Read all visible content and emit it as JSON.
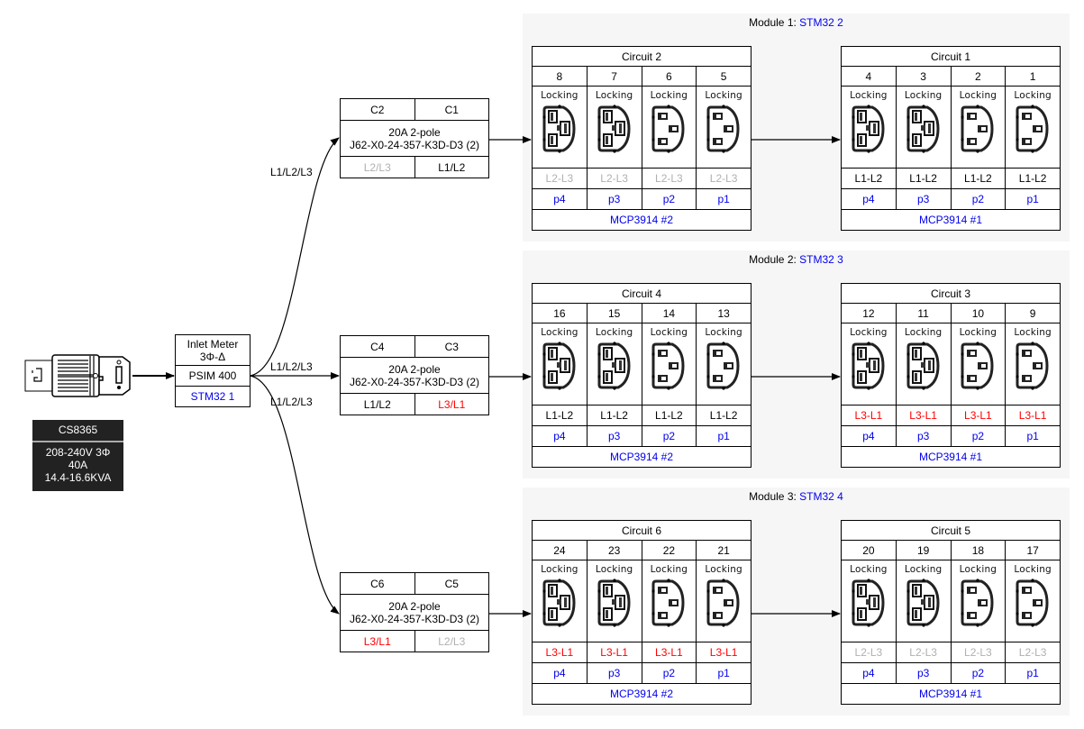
{
  "inlet": {
    "icon": "inlet-plug-icon",
    "spec": {
      "model": "CS8365",
      "lines": [
        "208-240V 3Φ",
        "40A",
        "14.4-16.6KVA"
      ]
    }
  },
  "meter": {
    "title_lines": [
      "Inlet Meter",
      "3Φ-Δ"
    ],
    "model": "PSIM 400",
    "controller": "STM32 1"
  },
  "feeds": [
    {
      "label": "L1/L2/L3"
    },
    {
      "label": "L1/L2/L3"
    },
    {
      "label": "L1/L2/L3"
    }
  ],
  "colors": {
    "link": "#0000ee",
    "phase_l1l2": "#000000",
    "phase_l2l3": "#b0b0b0",
    "phase_l3l1": "#ff0000",
    "cluster_bg": "#f6f6f6",
    "spec_bg": "#222222"
  },
  "breakers": [
    {
      "cols": [
        "C2",
        "C1"
      ],
      "line1": "20A 2-pole",
      "line2": "J62-X0-24-357-K3D-D3 (2)",
      "phases": [
        {
          "text": "L2/L3",
          "color": "gray"
        },
        {
          "text": "L1/L2",
          "color": "black"
        }
      ]
    },
    {
      "cols": [
        "C4",
        "C3"
      ],
      "line1": "20A 2-pole",
      "line2": "J62-X0-24-357-K3D-D3 (2)",
      "phases": [
        {
          "text": "L1/L2",
          "color": "black"
        },
        {
          "text": "L3/L1",
          "color": "red"
        }
      ]
    },
    {
      "cols": [
        "C6",
        "C5"
      ],
      "line1": "20A 2-pole",
      "line2": "J62-X0-24-357-K3D-D3 (2)",
      "phases": [
        {
          "text": "L3/L1",
          "color": "red"
        },
        {
          "text": "L2/L3",
          "color": "gray"
        }
      ]
    }
  ],
  "modules": [
    {
      "title": "Module 1",
      "sep": ": ",
      "controller": "STM32 2",
      "circuits": [
        {
          "name": "Circuit 2",
          "chip": "MCP3914 #2",
          "outlets": [
            {
              "num": "8",
              "type": "Locking",
              "kind": "c19",
              "phase": "L2-L3",
              "color": "gray",
              "port": "p4"
            },
            {
              "num": "7",
              "type": "Locking",
              "kind": "c19",
              "phase": "L2-L3",
              "color": "gray",
              "port": "p3"
            },
            {
              "num": "6",
              "type": "Locking",
              "kind": "c13",
              "phase": "L2-L3",
              "color": "gray",
              "port": "p2"
            },
            {
              "num": "5",
              "type": "Locking",
              "kind": "c13",
              "phase": "L2-L3",
              "color": "gray",
              "port": "p1"
            }
          ]
        },
        {
          "name": "Circuit 1",
          "chip": "MCP3914 #1",
          "outlets": [
            {
              "num": "4",
              "type": "Locking",
              "kind": "c19",
              "phase": "L1-L2",
              "color": "black",
              "port": "p4"
            },
            {
              "num": "3",
              "type": "Locking",
              "kind": "c19",
              "phase": "L1-L2",
              "color": "black",
              "port": "p3"
            },
            {
              "num": "2",
              "type": "Locking",
              "kind": "c13",
              "phase": "L1-L2",
              "color": "black",
              "port": "p2"
            },
            {
              "num": "1",
              "type": "Locking",
              "kind": "c13",
              "phase": "L1-L2",
              "color": "black",
              "port": "p1"
            }
          ]
        }
      ]
    },
    {
      "title": "Module 2",
      "sep": ": ",
      "controller": "STM32 3",
      "circuits": [
        {
          "name": "Circuit 4",
          "chip": "MCP3914 #2",
          "outlets": [
            {
              "num": "16",
              "type": "Locking",
              "kind": "c19",
              "phase": "L1-L2",
              "color": "black",
              "port": "p4"
            },
            {
              "num": "15",
              "type": "Locking",
              "kind": "c19",
              "phase": "L1-L2",
              "color": "black",
              "port": "p3"
            },
            {
              "num": "14",
              "type": "Locking",
              "kind": "c13",
              "phase": "L1-L2",
              "color": "black",
              "port": "p2"
            },
            {
              "num": "13",
              "type": "Locking",
              "kind": "c13",
              "phase": "L1-L2",
              "color": "black",
              "port": "p1"
            }
          ]
        },
        {
          "name": "Circuit 3",
          "chip": "MCP3914 #1",
          "outlets": [
            {
              "num": "12",
              "type": "Locking",
              "kind": "c19",
              "phase": "L3-L1",
              "color": "red",
              "port": "p4"
            },
            {
              "num": "11",
              "type": "Locking",
              "kind": "c19",
              "phase": "L3-L1",
              "color": "red",
              "port": "p3"
            },
            {
              "num": "10",
              "type": "Locking",
              "kind": "c13",
              "phase": "L3-L1",
              "color": "red",
              "port": "p2"
            },
            {
              "num": "9",
              "type": "Locking",
              "kind": "c13",
              "phase": "L3-L1",
              "color": "red",
              "port": "p1"
            }
          ]
        }
      ]
    },
    {
      "title": "Module 3",
      "sep": ": ",
      "controller": "STM32 4",
      "circuits": [
        {
          "name": "Circuit 6",
          "chip": "MCP3914 #2",
          "outlets": [
            {
              "num": "24",
              "type": "Locking",
              "kind": "c19",
              "phase": "L3-L1",
              "color": "red",
              "port": "p4"
            },
            {
              "num": "23",
              "type": "Locking",
              "kind": "c19",
              "phase": "L3-L1",
              "color": "red",
              "port": "p3"
            },
            {
              "num": "22",
              "type": "Locking",
              "kind": "c13",
              "phase": "L3-L1",
              "color": "red",
              "port": "p2"
            },
            {
              "num": "21",
              "type": "Locking",
              "kind": "c13",
              "phase": "L3-L1",
              "color": "red",
              "port": "p1"
            }
          ]
        },
        {
          "name": "Circuit 5",
          "chip": "MCP3914 #1",
          "outlets": [
            {
              "num": "20",
              "type": "Locking",
              "kind": "c19",
              "phase": "L2-L3",
              "color": "gray",
              "port": "p4"
            },
            {
              "num": "19",
              "type": "Locking",
              "kind": "c19",
              "phase": "L2-L3",
              "color": "gray",
              "port": "p3"
            },
            {
              "num": "18",
              "type": "Locking",
              "kind": "c13",
              "phase": "L2-L3",
              "color": "gray",
              "port": "p2"
            },
            {
              "num": "17",
              "type": "Locking",
              "kind": "c13",
              "phase": "L2-L3",
              "color": "gray",
              "port": "p1"
            }
          ]
        }
      ]
    }
  ]
}
